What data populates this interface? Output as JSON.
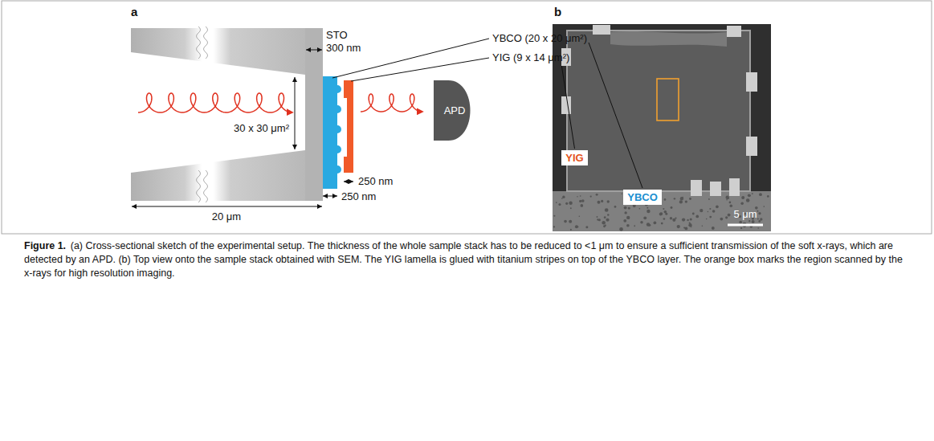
{
  "diagram": {
    "caption": "(a) Cross-sectional sketch of the experimental setup. The thickness of the whole sample stack has to be reduced to <1 μm to ensure a sufficient transmission of the soft x-rays, which are detected by an APD. (b) Top view onto the sample stack obtained with SEM. The YIG lamella is glued with titanium stripes on top of the YBCO layer. The orange box marks the region scanned by the x-rays for high resolution imaging.",
    "nodes": [
      {
        "text": [
          "APD"
        ]
      },
      {
        "text": [
          "YIG"
        ]
      },
      {
        "text": [
          "YBCO"
        ]
      }
    ],
    "labels": [
      "a",
      "STO",
      "300 nm",
      "30 x 30 μm²",
      "250 nm",
      "250 nm",
      "20 μm",
      "YBCO (20 x 20 μm²)",
      "YIG (9 x 14 μm²)",
      "b",
      "5 μm",
      "Figure 1."
    ]
  }
}
